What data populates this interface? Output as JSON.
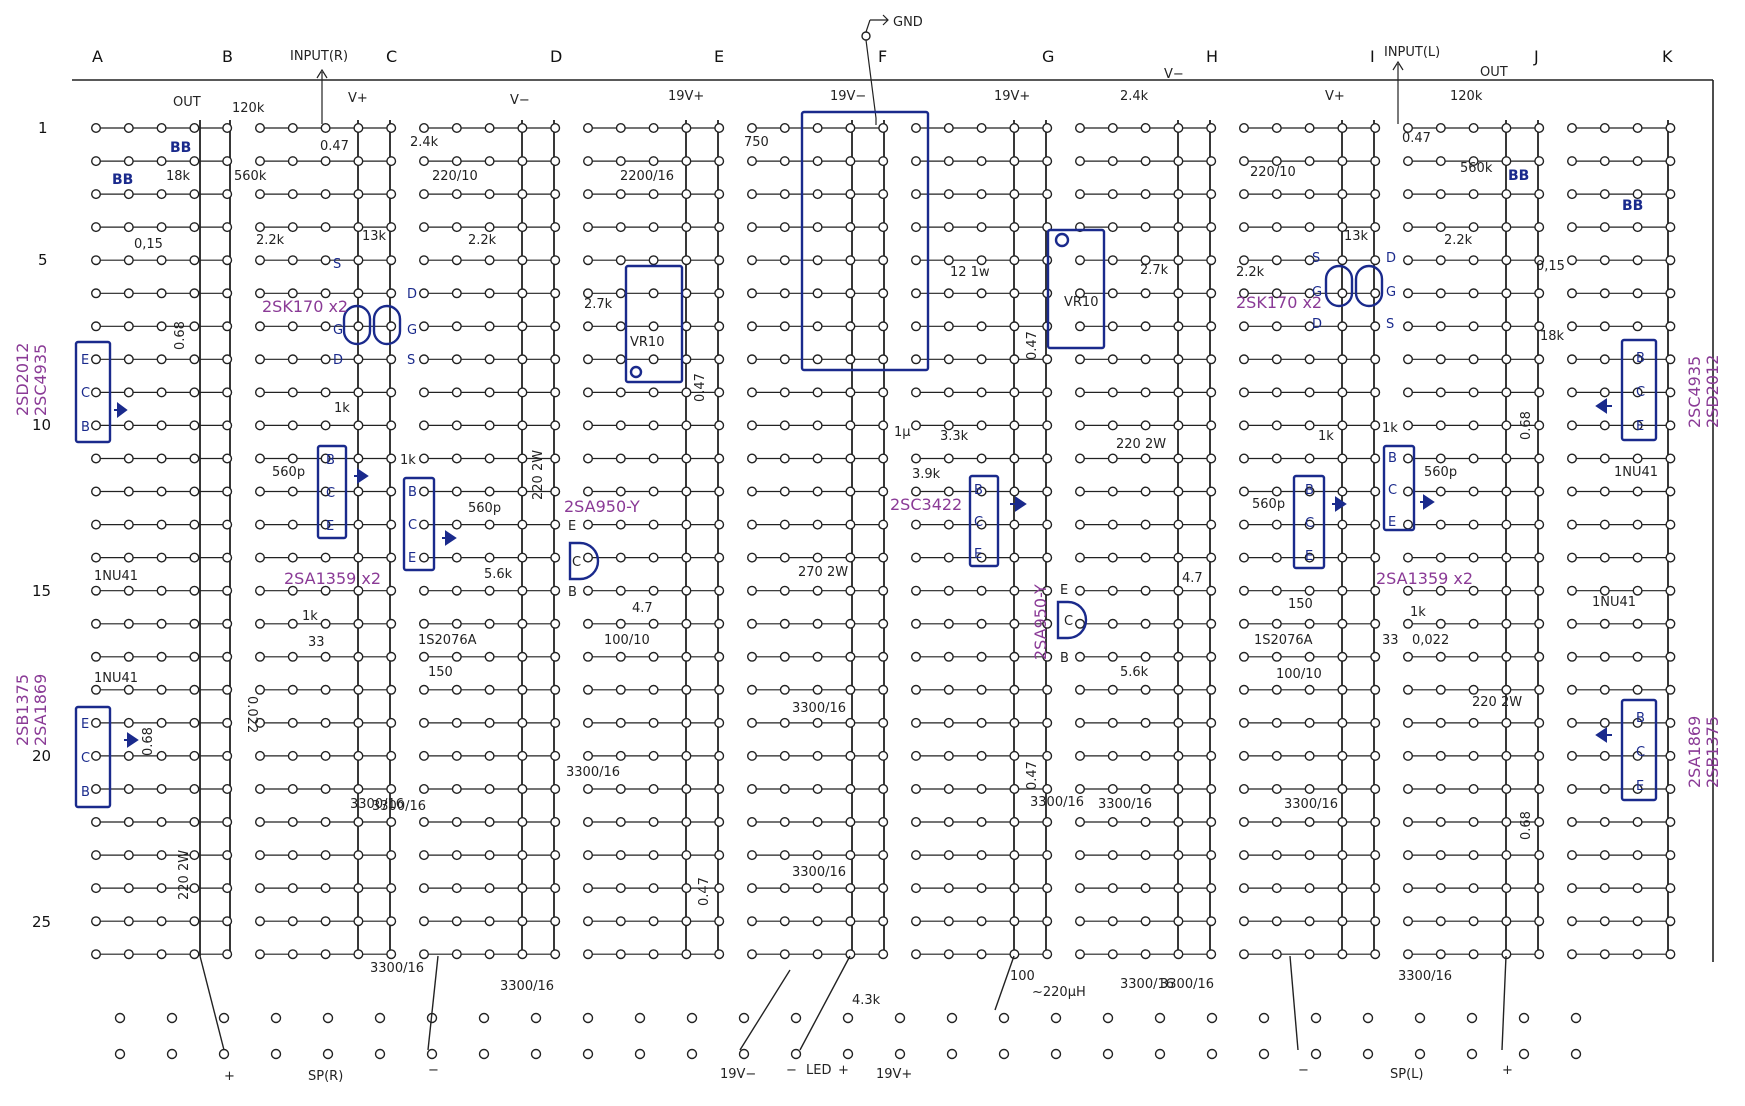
{
  "colors": {
    "ink": "#222222",
    "blue": "#1a2a8c",
    "part_label": "#8a3a96"
  },
  "board": {
    "columns": [
      "A",
      "B",
      "C",
      "D",
      "E",
      "F",
      "G",
      "H",
      "I",
      "J",
      "K"
    ],
    "rows": [
      "1",
      "5",
      "10",
      "15",
      "20",
      "25"
    ],
    "top_labels": {
      "gnd": "GND",
      "input_r": "INPUT(R)",
      "input_l": "INPUT(L)",
      "out_r": "OUT",
      "out_l": "OUT",
      "vplus_c": "V+",
      "vminus_d": "V−",
      "v19plus_e": "19V+",
      "v19minus_f": "19V−",
      "v19plus_g": "19V+",
      "vminus_h": "V−",
      "vplus_i": "V+"
    },
    "side_parts": {
      "left_top_1": "2SD2012",
      "left_top_2": "2SC4935",
      "left_bot_1": "2SB1375",
      "left_bot_2": "2SA1869",
      "right_top_1": "2SC4935",
      "right_top_2": "2SD2012",
      "right_bot_1": "2SA1869",
      "right_bot_2": "2SB1375"
    },
    "part_labels": {
      "sk170_r": "2SK170 x2",
      "sk170_l": "2SK170 x2",
      "sa1359_r": "2SA1359 x2",
      "sa1359_l": "2SA1359 x2",
      "sa950_r": "2SA950-Y",
      "sa950_l": "2SA950-Y",
      "sc3422": "2SC3422",
      "vr10_r": "VR10",
      "vr10_l": "VR10"
    },
    "pin_letters": {
      "e": "E",
      "c": "C",
      "b": "B",
      "g": "G",
      "s": "S",
      "d": "D"
    },
    "bb": "BB",
    "components": {
      "r120k_r": "120k",
      "r120k_l": "120k",
      "r560k_r": "560k",
      "r560k_l": "560k",
      "r18k_r": "18k",
      "r18k_l": "18k",
      "c047_r": "0.47",
      "c047_l": "0.47",
      "c015_r": "0,15",
      "c015_l": "0,15",
      "r24k_c": "2.4k",
      "r24k_h": "2.4k",
      "c22010_r": "220/10",
      "c22010_l": "220/10",
      "c220016": "2200/16",
      "r750": "750",
      "r13k_r": "13k",
      "r13k_l": "13k",
      "r22k_1": "2.2k",
      "r22k_2": "2.2k",
      "r22k_3": "2.2k",
      "r22k_4": "2.2k",
      "r27k_1": "2.7k",
      "r27k_2": "2.7k",
      "r12_1w": "12 1w",
      "r068_1": "0.68",
      "r068_2": "0.68",
      "r068_3": "0.68",
      "r068_4": "0.68",
      "r047_1": "0.47",
      "r047_2": "0.47",
      "r047_3": "0.47",
      "r047_4": "0.47",
      "r1k_1": "1k",
      "r1k_2": "1k",
      "r1k_3": "1k",
      "r1k_4": "1k",
      "r1k_5": "1k",
      "r1k_6": "1k",
      "c560p_1": "560p",
      "c560p_2": "560p",
      "c560p_3": "560p",
      "c560p_4": "560p",
      "r220_2w_1": "220 2W",
      "r220_2w_2": "220 2W",
      "r220_2w_3": "220 2W",
      "r220_2w_4": "220 2W",
      "c1u": "1μ",
      "r33k": "3.3k",
      "r39k": "3.9k",
      "r270_2w": "270 2W",
      "r56k_1": "5.6k",
      "r56k_2": "5.6k",
      "r47_1": "4.7",
      "r47_2": "4.7",
      "c10010_1": "100/10",
      "c10010_2": "100/10",
      "r150_1": "150",
      "r150_2": "150",
      "d1s_1": "1S2076A",
      "d1s_2": "1S2076A",
      "r33_1": "33",
      "r33_2": "33",
      "c0022_1": "0.022",
      "c0022_2": "0,022",
      "d1n_1": "1NU41",
      "d1n_2": "1NU41",
      "d1n_3": "1NU41",
      "d1n_4": "1NU41",
      "c3300_1": "3300/16",
      "c3300_2": "3300/16",
      "c3300_3": "3300/16",
      "c3300_4": "3300/16",
      "c3300_5": "3300/16",
      "c3300_6": "3300/16",
      "c3300_7": "3300/16",
      "c3300_8": "3300/16",
      "c3300_9": "3300/16",
      "c3300_10": "3300/16",
      "c3300_11": "3300/16",
      "c3300_12": "3300/16",
      "c3300_13": "3300/16",
      "l100": "100",
      "l220uh": "~220μH",
      "r43k": "4.3k"
    },
    "bottom_labels": {
      "spr_plus": "+",
      "spr": "SP(R)",
      "spr_minus": "−",
      "v19minus": "19V−",
      "led_minus": "−",
      "led": "LED",
      "led_plus": "+",
      "v19plus": "19V+",
      "spl_minus": "−",
      "spl": "SP(L)",
      "spl_plus": "+"
    }
  }
}
